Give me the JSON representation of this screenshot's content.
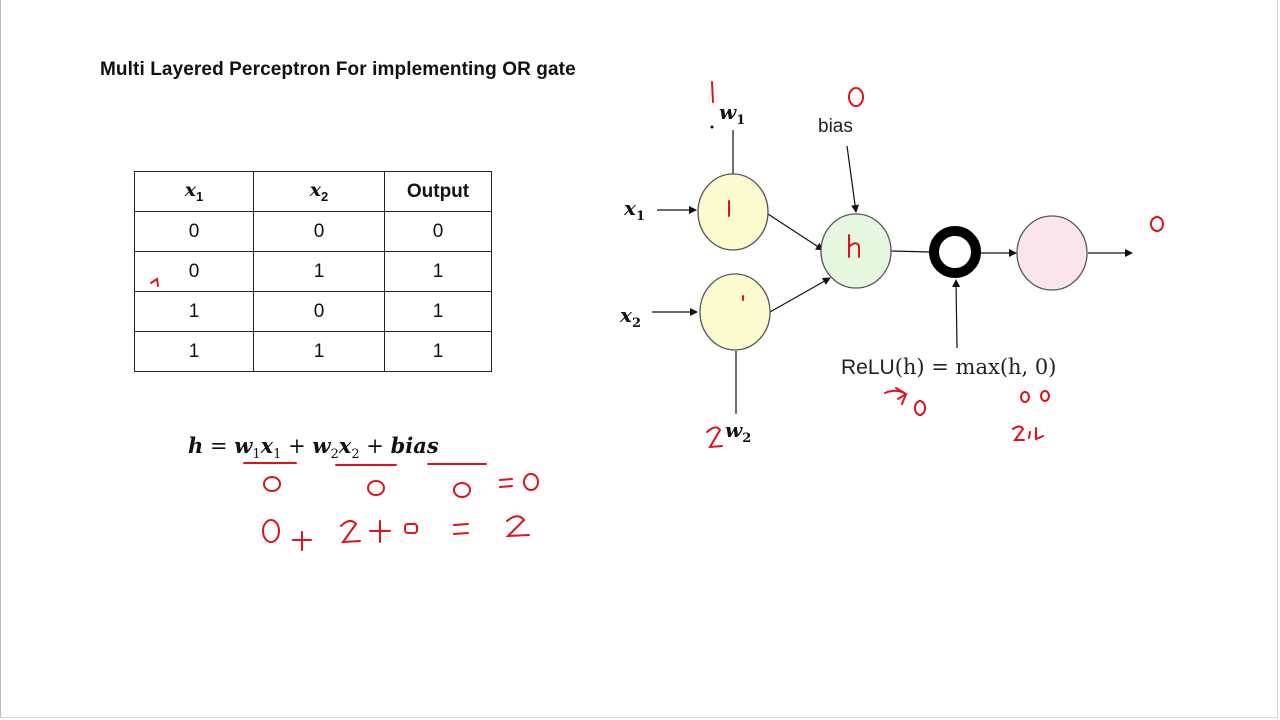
{
  "title": "Multi Layered Perceptron For implementing OR gate",
  "table": {
    "headers": [
      "x",
      "1",
      "x",
      "2",
      "Output"
    ],
    "rows": [
      [
        "0",
        "0",
        "0"
      ],
      [
        "0",
        "1",
        "1"
      ],
      [
        "1",
        "0",
        "1"
      ],
      [
        "1",
        "1",
        "1"
      ]
    ]
  },
  "diagram": {
    "x1_var": "x",
    "x1_sub": "1",
    "x2_var": "x",
    "x2_sub": "2",
    "w1_var": "w",
    "w1_sub": "1",
    "w2_var": "w",
    "w2_sub": "2",
    "bias_label": "bias",
    "relu_name": "ReLU",
    "relu_formula": "(h) = max(h, 0)"
  },
  "equation": {
    "lhs": "h",
    "eq": "=",
    "w1": "w",
    "w1_sub": "1",
    "x1": "x",
    "x1_sub": "1",
    "plus1": "+",
    "w2": "w",
    "w2_sub": "2",
    "x2": "x",
    "x2_sub": "2",
    "plus2": "+",
    "bias": "bias"
  },
  "handwritten": {
    "color": "#e0101c",
    "w1_value": "1",
    "bias_value": "0",
    "x1_node_value": "1",
    "x2_node_value": "'",
    "h_node": "h",
    "output_value": "0",
    "w2_value": "2",
    "relu_arrow_value": "0",
    "relu_note_1": "0 0",
    "relu_note_2": "2,L",
    "row_marker": "↑",
    "eq_under_w1x1": "0",
    "eq_under_w2x2": "0",
    "eq_under_bias": "0",
    "eq_result_1": "=0",
    "eq_line2": "0 + 2 + 0 = 2"
  },
  "colors": {
    "input_node": "#fdfbd0",
    "hidden_node": "#e6f7df",
    "output_node": "#fbe5ec",
    "relu_ring": "#000000"
  }
}
